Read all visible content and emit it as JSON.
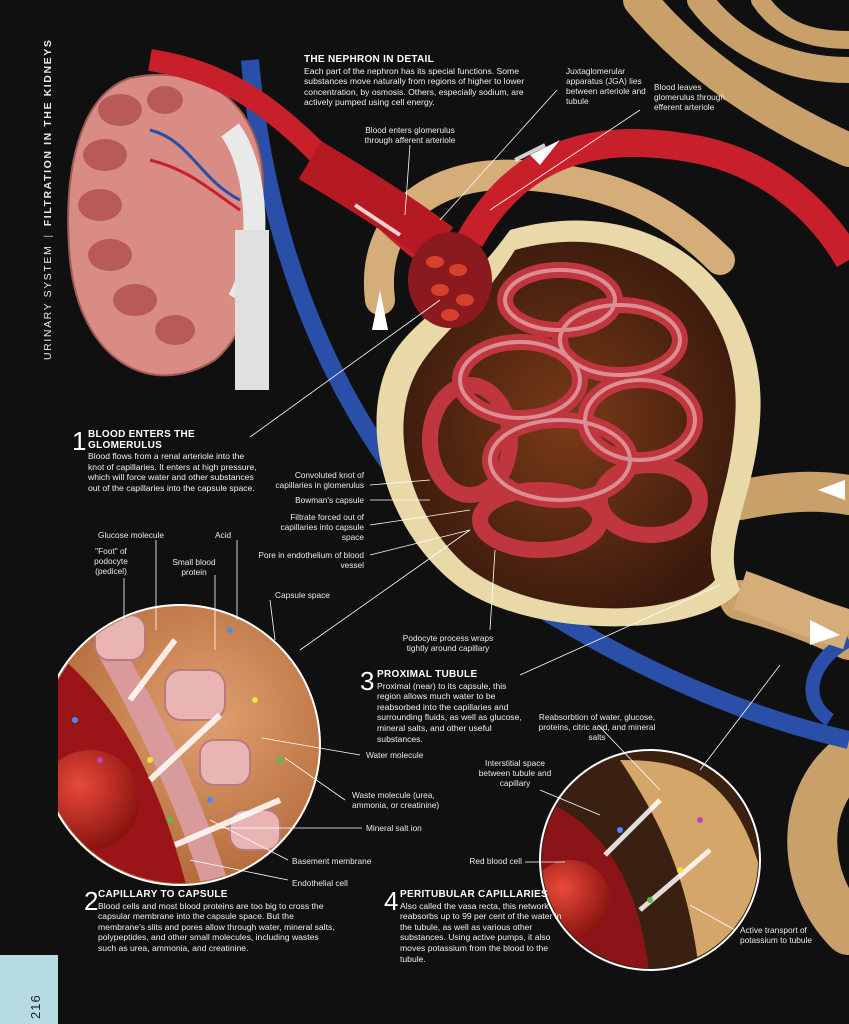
{
  "sidebar": {
    "section": "URINARY SYSTEM",
    "topic": "FILTRATION IN THE KIDNEYS",
    "page_number": "216"
  },
  "intro": {
    "title": "THE NEPHRON IN DETAIL",
    "body": "Each part of the nephron has its special functions. Some substances move naturally from regions of higher to lower concentration, by osmosis. Others, especially sodium, are actively pumped using cell energy."
  },
  "sections": [
    {
      "number": "1",
      "title": "BLOOD ENTERS THE GLOMERULUS",
      "body": "Blood flows from a renal arteriole into the knot of capillaries. It enters at high pressure, which will force water and other substances out of the capillaries into the capsule space."
    },
    {
      "number": "2",
      "title": "CAPILLARY TO CAPSULE",
      "body": "Blood cells and most blood proteins are too big to cross the capsular membrane into the capsule space. But the membrane's slits and pores allow through water, mineral salts, polypeptides, and other small molecules, including wastes such as urea, ammonia, and creatinine."
    },
    {
      "number": "3",
      "title": "PROXIMAL TUBULE",
      "body": "Proximal (near) to its capsule, this region allows much water to be reabsorbed into the capillaries and surrounding fluids, as well as glucose, mineral salts, and other useful substances."
    },
    {
      "number": "4",
      "title": "PERITUBULAR CAPILLARIES",
      "body": "Also called the vasa recta, this network reabsorbs up to 99 per cent of the water in the tubule, as well as various other substances. Using active pumps, it also moves potassium from the blood to the tubule."
    }
  ],
  "labels": {
    "jga": "Juxtaglomerular apparatus (JGA) lies between arteriole and tubule",
    "blood_leaves": "Blood leaves glomerulus through efferent arteriole",
    "blood_enters": "Blood enters glomerulus through afferent arteriole",
    "convoluted_knot": "Convoluted knot of capillaries in glomerulus",
    "bowmans": "Bowman's capsule",
    "filtrate": "Filtrate forced out of capillaries into capsule space",
    "pore": "Pore in endothelium of blood vessel",
    "podocyte_process": "Podocyte process wraps tightly around capillary",
    "glucose": "Glucose molecule",
    "acid": "Acid",
    "foot": "\"Foot\" of podocyte (pedicel)",
    "small_protein": "Small blood protein",
    "capsule_space": "Capsule space",
    "water": "Water molecule",
    "waste": "Waste molecule (urea, ammonia, or creatinine)",
    "mineral": "Mineral salt ion",
    "basement": "Basement membrane",
    "endothelial": "Endothelial cell",
    "reabsorption": "Reabsorbtion of water, glucose, proteins, citric acid, and mineral salts",
    "interstitial": "Interstitial space between tubule and capillary",
    "red_cell": "Red blood cell",
    "active_transport": "Active transport of potassium to tubule"
  },
  "colors": {
    "background": "#101010",
    "artery": "#c8202a",
    "vein": "#2a4fa8",
    "tubule": "#d9b07a",
    "capsule": "#e9d8a8",
    "page_tab": "#b6dbe3"
  }
}
